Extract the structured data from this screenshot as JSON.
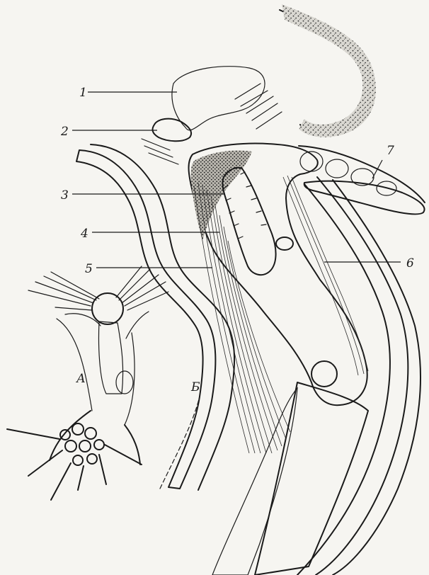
{
  "labels": {
    "l1": "1",
    "l2": "2",
    "l3": "3",
    "l4": "4",
    "l5": "5",
    "l6": "6",
    "l7": "7",
    "inset": "А",
    "main": "Б"
  },
  "colors": {
    "paper": "#f6f5f1",
    "ink": "#1a1a1a"
  }
}
